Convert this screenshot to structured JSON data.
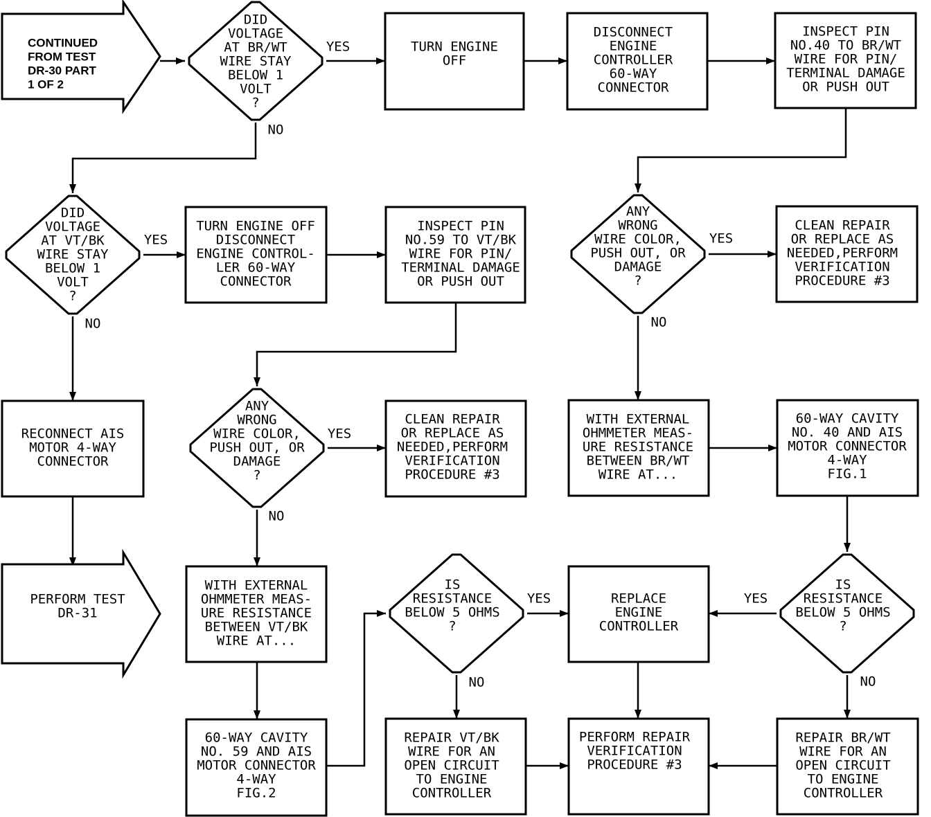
{
  "nodes": [
    {
      "id": "start",
      "shape": "arrow",
      "lines": [
        "CONTINUED",
        "FROM TEST",
        "DR-30 PART",
        "1 OF 2"
      ]
    },
    {
      "id": "d1",
      "shape": "diamond",
      "lines": [
        "DID",
        "VOLTAGE",
        "AT BR/WT",
        "WIRE STAY",
        "BELOW 1",
        "VOLT",
        "?"
      ]
    },
    {
      "id": "b_turn_off",
      "shape": "box",
      "lines": [
        "TURN ENGINE",
        "OFF"
      ]
    },
    {
      "id": "b_disconnect",
      "shape": "box",
      "lines": [
        "DISCONNECT",
        "ENGINE",
        "CONTROLLER",
        "60-WAY",
        "CONNECTOR"
      ]
    },
    {
      "id": "b_inspect40",
      "shape": "box",
      "lines": [
        "INSPECT PIN",
        "NO.40 TO BR/WT",
        "WIRE FOR PIN/",
        "TERMINAL DAMAGE",
        "OR PUSH OUT"
      ]
    },
    {
      "id": "d2",
      "shape": "diamond",
      "lines": [
        "DID",
        "VOLTAGE",
        "AT VT/BK",
        "WIRE STAY",
        "BELOW 1",
        "VOLT",
        "?"
      ]
    },
    {
      "id": "b_turn_off_disc",
      "shape": "box",
      "lines": [
        "TURN ENGINE OFF",
        "DISCONNECT",
        "ENGINE CONTROL-",
        "LER 60-WAY",
        "CONNECTOR"
      ]
    },
    {
      "id": "b_inspect59",
      "shape": "box",
      "lines": [
        "INSPECT PIN",
        "NO.59 TO VT/BK",
        "WIRE FOR PIN/",
        "TERMINAL DAMAGE",
        "OR PUSH OUT"
      ]
    },
    {
      "id": "d_any_right",
      "shape": "diamond",
      "lines": [
        "ANY",
        "WRONG",
        "WIRE COLOR,",
        "PUSH OUT, OR",
        "DAMAGE",
        "?"
      ]
    },
    {
      "id": "b_clean_right",
      "shape": "box",
      "lines": [
        "CLEAN REPAIR",
        "OR REPLACE AS",
        "NEEDED,PERFORM",
        "VERIFICATION",
        "PROCEDURE #3"
      ]
    },
    {
      "id": "b_reconnect",
      "shape": "box",
      "lines": [
        "RECONNECT AIS",
        "MOTOR 4-WAY",
        "CONNECTOR"
      ]
    },
    {
      "id": "d_any_mid",
      "shape": "diamond",
      "lines": [
        "ANY",
        "WRONG",
        "WIRE COLOR,",
        "PUSH OUT, OR",
        "DAMAGE",
        "?"
      ]
    },
    {
      "id": "b_clean_mid",
      "shape": "box",
      "lines": [
        "CLEAN REPAIR",
        "OR REPLACE AS",
        "NEEDED,PERFORM",
        "VERIFICATION",
        "PROCEDURE #3"
      ]
    },
    {
      "id": "b_ohm_right",
      "shape": "box",
      "lines": [
        "WITH EXTERNAL",
        "OHMMETER MEAS-",
        "URE RESISTANCE",
        "BETWEEN BR/WT",
        "WIRE AT..."
      ]
    },
    {
      "id": "b_cavity40",
      "shape": "box",
      "lines": [
        "60-WAY CAVITY",
        "NO. 40 AND AIS",
        "MOTOR CONNECTOR",
        "4-WAY",
        "FIG.1"
      ]
    },
    {
      "id": "end",
      "shape": "arrow",
      "lines": [
        "PERFORM TEST",
        "DR-31"
      ]
    },
    {
      "id": "b_ohm_mid",
      "shape": "box",
      "lines": [
        "WITH EXTERNAL",
        "OHMMETER MEAS-",
        "URE RESISTANCE",
        "BETWEEN VT/BK",
        "WIRE AT..."
      ]
    },
    {
      "id": "d_res_mid",
      "shape": "diamond",
      "lines": [
        "IS",
        "RESISTANCE",
        "BELOW 5 OHMS",
        "?"
      ]
    },
    {
      "id": "b_replace",
      "shape": "box",
      "lines": [
        "REPLACE",
        "ENGINE",
        "CONTROLLER"
      ]
    },
    {
      "id": "d_res_right",
      "shape": "diamond",
      "lines": [
        "IS",
        "RESISTANCE",
        "BELOW 5 OHMS",
        "?"
      ]
    },
    {
      "id": "b_cavity59",
      "shape": "box",
      "lines": [
        "60-WAY CAVITY",
        "NO. 59 AND AIS",
        "MOTOR CONNECTOR",
        "4-WAY",
        "FIG.2"
      ]
    },
    {
      "id": "b_repair_vtbk",
      "shape": "box",
      "lines": [
        "REPAIR VT/BK",
        "WIRE FOR AN",
        "OPEN CIRCUIT",
        "TO ENGINE",
        "CONTROLLER"
      ]
    },
    {
      "id": "b_verify",
      "shape": "box",
      "lines": [
        "PERFORM REPAIR",
        "VERIFICATION",
        "PROCEDURE #3"
      ]
    },
    {
      "id": "b_repair_brwt",
      "shape": "box",
      "lines": [
        "REPAIR BR/WT",
        "WIRE FOR AN",
        "OPEN CIRCUIT",
        "TO ENGINE",
        "CONTROLLER"
      ]
    }
  ],
  "edges": [
    {
      "from": "start",
      "to": "d1",
      "label": ""
    },
    {
      "from": "d1",
      "to": "b_turn_off",
      "label": "YES"
    },
    {
      "from": "d1",
      "to": "d2",
      "label": "NO"
    },
    {
      "from": "b_turn_off",
      "to": "b_disconnect",
      "label": ""
    },
    {
      "from": "b_disconnect",
      "to": "b_inspect40",
      "label": ""
    },
    {
      "from": "b_inspect40",
      "to": "d_any_right",
      "label": ""
    },
    {
      "from": "d2",
      "to": "b_turn_off_disc",
      "label": "YES"
    },
    {
      "from": "d2",
      "to": "b_reconnect",
      "label": "NO"
    },
    {
      "from": "b_turn_off_disc",
      "to": "b_inspect59",
      "label": ""
    },
    {
      "from": "b_inspect59",
      "to": "d_any_mid",
      "label": ""
    },
    {
      "from": "d_any_right",
      "to": "b_clean_right",
      "label": "YES"
    },
    {
      "from": "d_any_right",
      "to": "b_ohm_right",
      "label": "NO"
    },
    {
      "from": "b_reconnect",
      "to": "end",
      "label": ""
    },
    {
      "from": "d_any_mid",
      "to": "b_clean_mid",
      "label": "YES"
    },
    {
      "from": "d_any_mid",
      "to": "b_ohm_mid",
      "label": "NO"
    },
    {
      "from": "b_ohm_right",
      "to": "b_cavity40",
      "label": ""
    },
    {
      "from": "b_cavity40",
      "to": "d_res_right",
      "label": ""
    },
    {
      "from": "b_ohm_mid",
      "to": "b_cavity59",
      "label": ""
    },
    {
      "from": "b_cavity59",
      "to": "d_res_mid",
      "label": ""
    },
    {
      "from": "d_res_mid",
      "to": "b_replace",
      "label": "YES"
    },
    {
      "from": "d_res_mid",
      "to": "b_repair_vtbk",
      "label": "NO"
    },
    {
      "from": "d_res_right",
      "to": "b_replace",
      "label": "YES"
    },
    {
      "from": "d_res_right",
      "to": "b_repair_brwt",
      "label": "NO"
    },
    {
      "from": "b_replace",
      "to": "b_verify",
      "label": ""
    },
    {
      "from": "b_repair_vtbk",
      "to": "b_verify",
      "label": ""
    },
    {
      "from": "b_repair_brwt",
      "to": "b_verify",
      "label": ""
    }
  ]
}
